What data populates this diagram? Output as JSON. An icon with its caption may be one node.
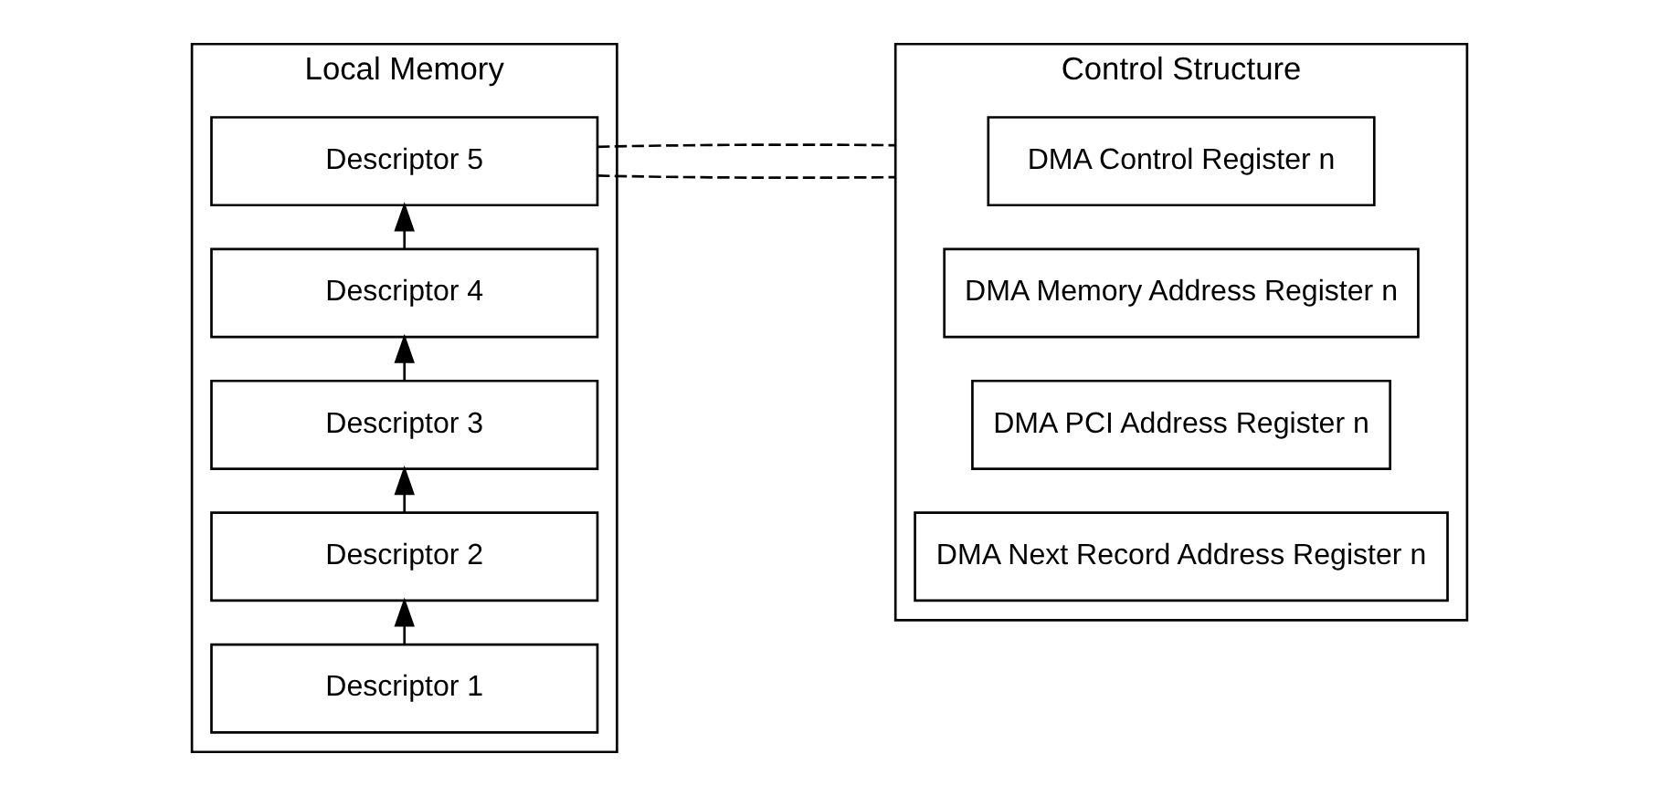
{
  "diagram": {
    "nodes": [
      {
        "text": [
          "Local Memory"
        ]
      },
      {
        "text": [
          "Descriptor 3"
        ],
        "in": 0
      },
      {
        "text": [
          "Descriptor 5"
        ],
        "in": 0
      },
      {
        "text": [
          "Descriptor 2"
        ],
        "in": 0
      },
      {
        "text": [
          "Descriptor 1"
        ],
        "in": 0
      },
      {
        "text": [
          "Descriptor 4"
        ],
        "in": 0
      },
      {
        "text": [
          "Control Structure"
        ]
      },
      {
        "text": [
          "DMA Control Register n"
        ],
        "in": 6
      },
      {
        "text": [
          "DMA Memory Address Register n"
        ],
        "in": 6
      },
      {
        "text": [
          "DMA PCI Address Register n"
        ],
        "in": 6
      },
      {
        "text": [
          "DMA Next Record Address Register n"
        ],
        "in": 6
      }
    ],
    "edges": [
      {
        "from": 4,
        "to": 3,
        "arrow": "to"
      },
      {
        "from": 3,
        "to": 1,
        "arrow": "to"
      },
      {
        "from": 1,
        "to": 5,
        "arrow": "to"
      },
      {
        "from": 5,
        "to": 2,
        "arrow": "to"
      },
      {
        "from": 2,
        "to": 6,
        "arrow": "none",
        "style": "dashed"
      },
      {
        "from": 2,
        "to": 6,
        "arrow": "none",
        "style": "dashed"
      }
    ]
  }
}
